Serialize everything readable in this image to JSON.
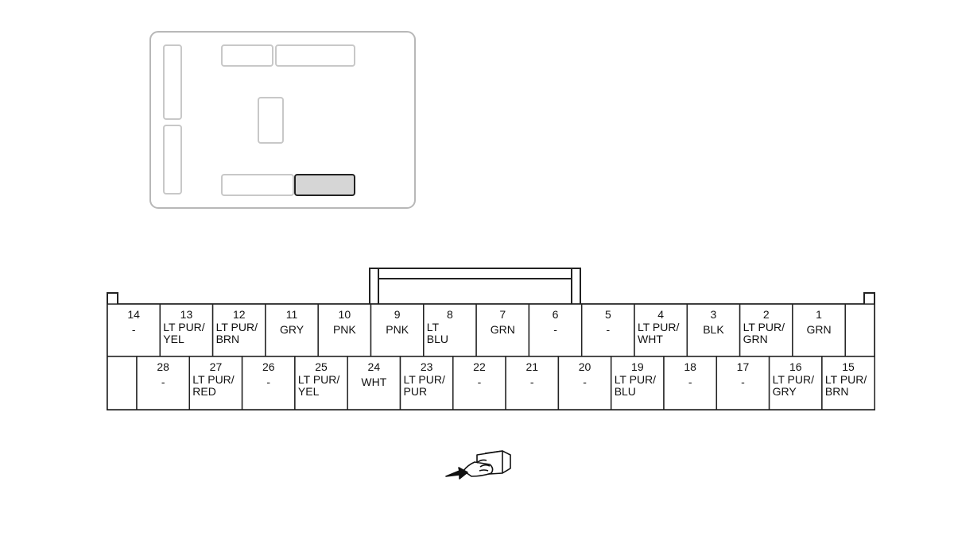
{
  "connector": {
    "top_row": [
      {
        "pin": "14",
        "color": [
          "-"
        ]
      },
      {
        "pin": "13",
        "color": [
          "LT PUR/",
          "YEL"
        ]
      },
      {
        "pin": "12",
        "color": [
          "LT PUR/",
          "BRN"
        ]
      },
      {
        "pin": "11",
        "color": [
          "GRY"
        ]
      },
      {
        "pin": "10",
        "color": [
          "PNK"
        ]
      },
      {
        "pin": "9",
        "color": [
          "PNK"
        ]
      },
      {
        "pin": "8",
        "color": [
          "LT",
          "BLU"
        ]
      },
      {
        "pin": "7",
        "color": [
          "GRN"
        ]
      },
      {
        "pin": "6",
        "color": [
          "-"
        ]
      },
      {
        "pin": "5",
        "color": [
          "-"
        ]
      },
      {
        "pin": "4",
        "color": [
          "LT PUR/",
          "WHT"
        ]
      },
      {
        "pin": "3",
        "color": [
          "BLK"
        ]
      },
      {
        "pin": "2",
        "color": [
          "LT PUR/",
          "GRN"
        ]
      },
      {
        "pin": "1",
        "color": [
          "GRN"
        ]
      }
    ],
    "bottom_row": [
      {
        "pin": "28",
        "color": [
          "-"
        ]
      },
      {
        "pin": "27",
        "color": [
          "LT PUR/",
          "RED"
        ]
      },
      {
        "pin": "26",
        "color": [
          "-"
        ]
      },
      {
        "pin": "25",
        "color": [
          "LT PUR/",
          "YEL"
        ]
      },
      {
        "pin": "24",
        "color": [
          "WHT"
        ]
      },
      {
        "pin": "23",
        "color": [
          "LT PUR/",
          "PUR"
        ]
      },
      {
        "pin": "22",
        "color": [
          "-"
        ]
      },
      {
        "pin": "21",
        "color": [
          "-"
        ]
      },
      {
        "pin": "20",
        "color": [
          "-"
        ]
      },
      {
        "pin": "19",
        "color": [
          "LT PUR/",
          "BLU"
        ]
      },
      {
        "pin": "18",
        "color": [
          "-"
        ]
      },
      {
        "pin": "17",
        "color": [
          "-"
        ]
      },
      {
        "pin": "16",
        "color": [
          "LT PUR/",
          "GRY"
        ]
      },
      {
        "pin": "15",
        "color": [
          "LT PUR/",
          "BRN"
        ]
      }
    ]
  },
  "locator": {
    "highlighted_connector_color": "#d6d6d6",
    "outline_color": "#b5b5b5"
  },
  "icons": {
    "view_indicator": "hand-pointing-at-connector-icon"
  }
}
